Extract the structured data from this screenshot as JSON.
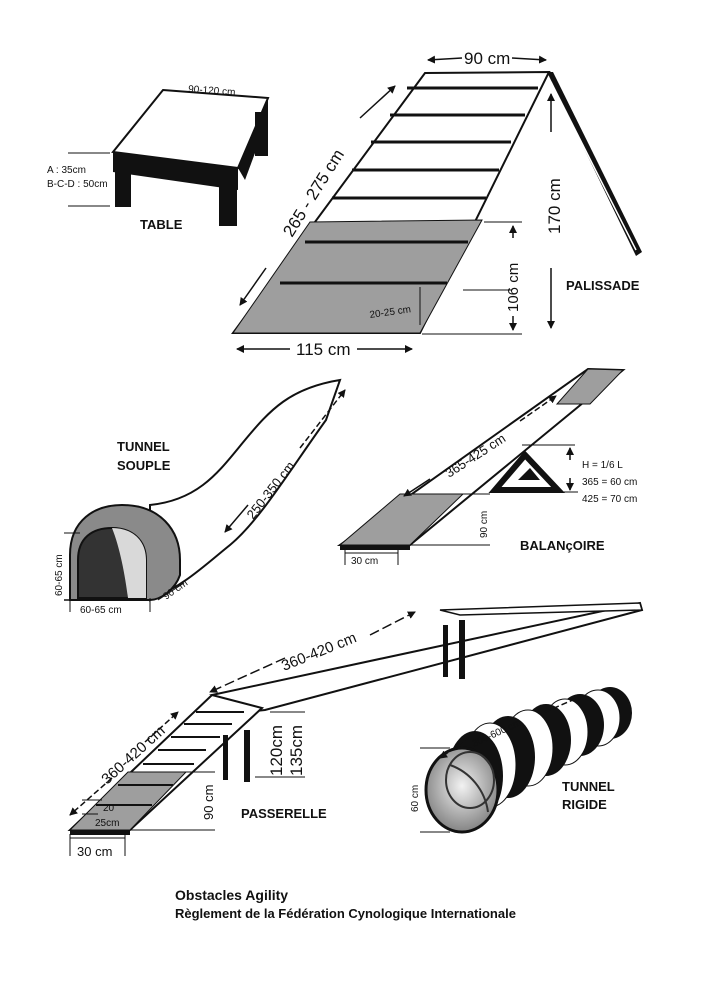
{
  "caption": {
    "title": "Obstacles Agility",
    "subtitle": "Règlement de la Fédération Cynologique Internationale"
  },
  "table": {
    "name": "TABLE",
    "width": "90-120 cm",
    "height_a": "A : 35cm",
    "height_bcd": "B-C-D : 50cm"
  },
  "palissade": {
    "name": "PALISSADE",
    "top_width": "90 cm",
    "length": "265 - 275 cm",
    "height": "170 cm",
    "zone_height": "106 cm",
    "slat_spacing": "20-25 cm",
    "base_width": "115 cm"
  },
  "tunnel_souple": {
    "name_line1": "TUNNEL",
    "name_line2": "SOUPLE",
    "length": "250-350 cm",
    "height": "60-65 cm",
    "width": "60-65 cm",
    "chute_width": "90 cm"
  },
  "balancoire": {
    "name": "BALANçOIRE",
    "length": "365-425 cm",
    "rule_h": "H = 1/6 L",
    "rule_365": "365 = 60 cm",
    "rule_425": "425 = 70 cm",
    "zone": "90 cm",
    "width": "30 cm"
  },
  "passerelle": {
    "name": "PASSERELLE",
    "top_length": "360-420 cm",
    "ramp_length": "360-420 cm",
    "height_min": "120cm",
    "height_max": "135cm",
    "zone": "90 cm",
    "slat_20": "20",
    "slat_25": "25cm",
    "width": "30 cm"
  },
  "tunnel_rigide": {
    "name_line1": "TUNNEL",
    "name_line2": "RIGIDE",
    "length": "300-600 cm",
    "diameter": "60 cm"
  }
}
